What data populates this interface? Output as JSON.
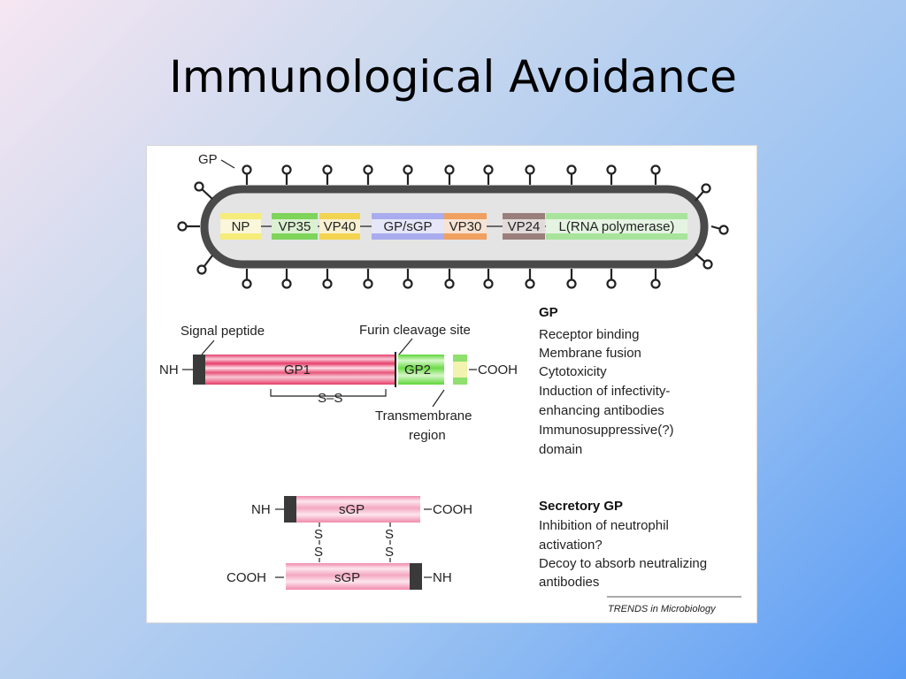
{
  "title": "Immunological Avoidance",
  "virion": {
    "gp_label": "GP",
    "genes": [
      {
        "label": "NP",
        "color": "#f5ec7a"
      },
      {
        "label": "VP35",
        "color": "#7fd45a"
      },
      {
        "label": "VP40",
        "color": "#f2d450"
      },
      {
        "label": "GP/sGP",
        "color": "#a9acee"
      },
      {
        "label": "VP30",
        "color": "#f0a060"
      },
      {
        "label": "VP24",
        "color": "#9a7f7c"
      },
      {
        "label": "L(RNA polymerase)",
        "color": "#a8e49c"
      }
    ]
  },
  "gp_structure": {
    "signal_peptide": "Signal peptide",
    "furin_site": "Furin cleavage site",
    "nh": "NH",
    "gp1": "GP1",
    "gp2": "GP2",
    "cooh": "COOH",
    "ss": "S–S",
    "tm_line1": "Transmembrane",
    "tm_line2": "region",
    "gp1_color": "#e8557a",
    "gp2_color": "#70dc50"
  },
  "gp_functions": {
    "heading": "GP",
    "lines": [
      "Receptor binding",
      "Membrane fusion",
      "Cytotoxicity",
      "Induction of infectivity-",
      "enhancing antibodies",
      "Immunosuppressive(?)",
      "domain"
    ]
  },
  "sgp_structure": {
    "top_nh": "NH",
    "top_label": "sGP",
    "top_cooh": "COOH",
    "s_left_1": "S",
    "s_left_2": "S",
    "s_right_1": "S",
    "s_right_2": "S",
    "bottom_cooh": "COOH",
    "bottom_label": "sGP",
    "bottom_nh": "NH",
    "sgp_color": "#f3a8c0"
  },
  "sgp_functions": {
    "heading": "Secretory GP",
    "lines": [
      "Inhibition of neutrophil",
      "activation?",
      "Decoy to absorb neutralizing",
      "antibodies"
    ]
  },
  "source": "TRENDS in Microbiology"
}
